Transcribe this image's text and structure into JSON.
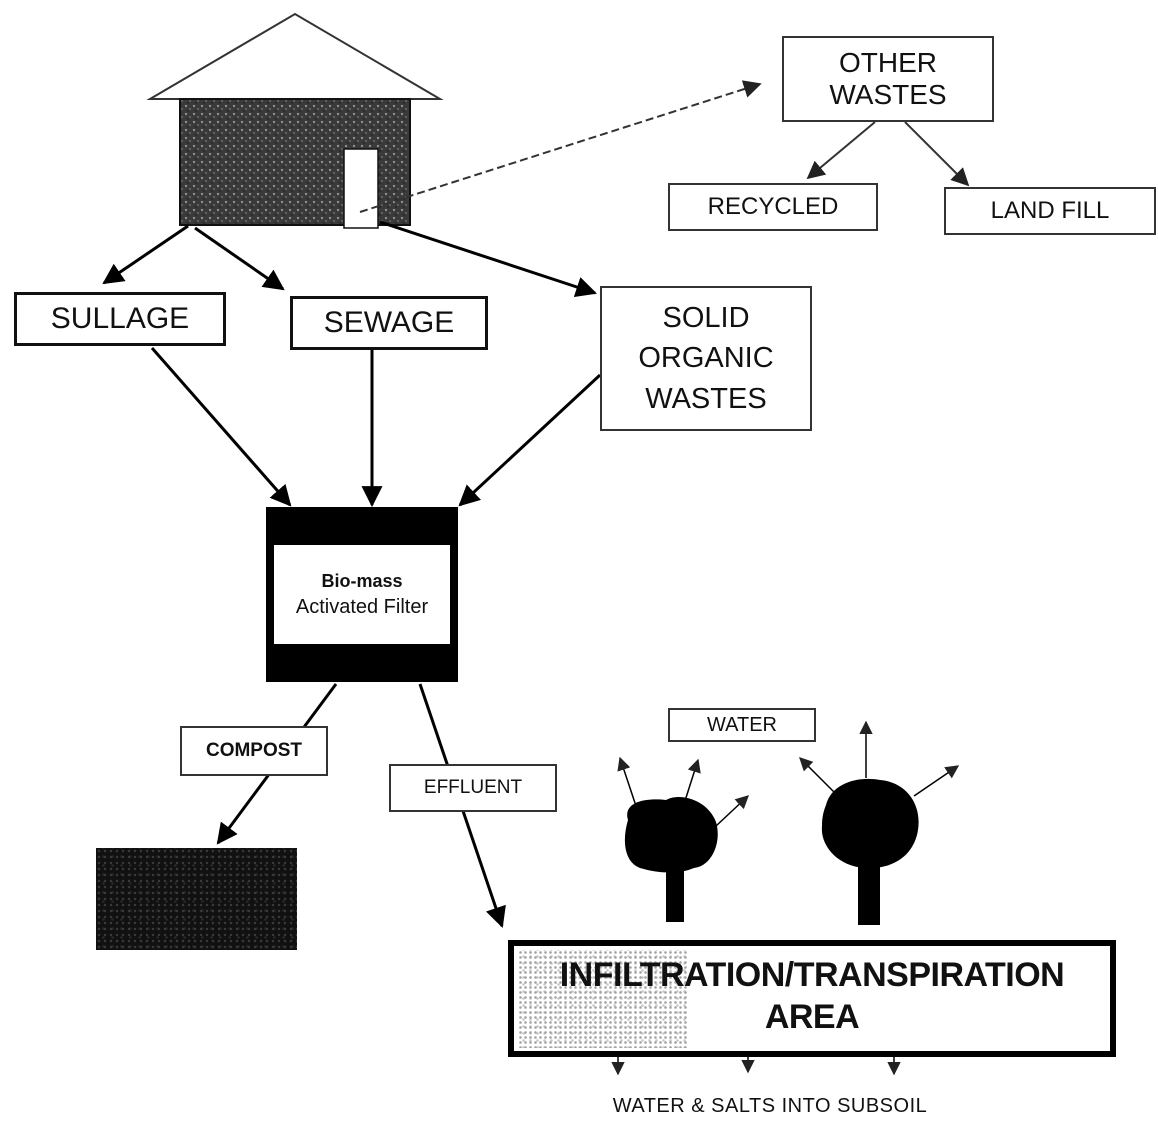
{
  "labels": {
    "other_wastes": "OTHER\nWASTES",
    "recycled": "RECYCLED",
    "land_fill": "LAND FILL",
    "sullage": "SULLAGE",
    "sewage": "SEWAGE",
    "solid_organic_wastes": "SOLID\nORGANIC\nWASTES",
    "filter_line1": "Bio-mass",
    "filter_line2": "Activated Filter",
    "compost": "COMPOST",
    "effluent": "EFFLUENT",
    "water": "WATER",
    "infiltration_area": "INFILTRATION/TRANSPIRATION\nAREA",
    "subsoil": "WATER & SALTS INTO SUBSOIL"
  },
  "colors": {
    "ink": "#000000",
    "paper": "#ffffff",
    "house_wall": "#2a2a2a"
  },
  "icons": [
    "house-icon",
    "tree-icon",
    "compost-pile"
  ]
}
